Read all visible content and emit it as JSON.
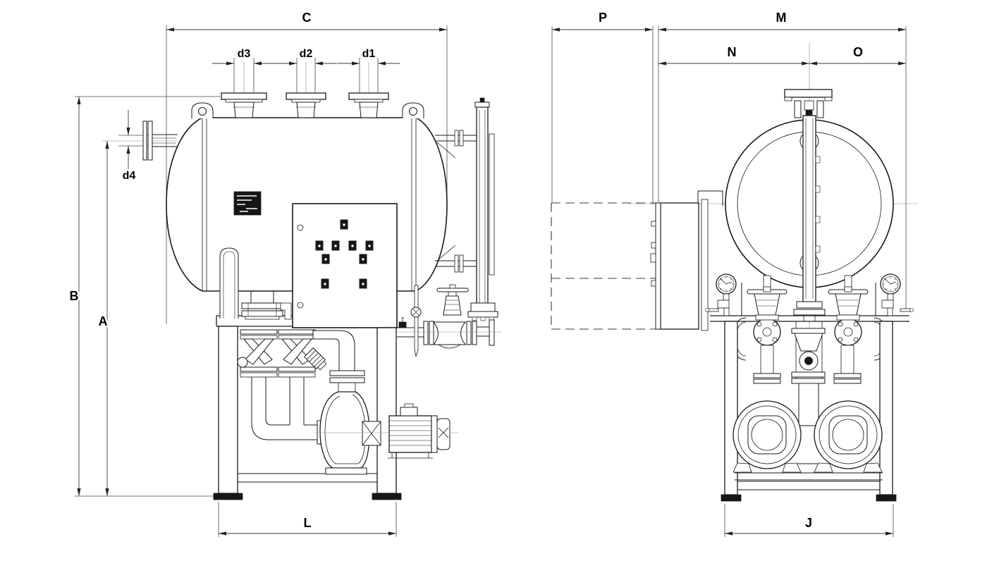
{
  "dimension_labels": {
    "C": "C",
    "d3": "d3",
    "d2": "d2",
    "d1": "d1",
    "d4": "d4",
    "B": "B",
    "A": "A",
    "L": "L",
    "P": "P",
    "M": "M",
    "N": "N",
    "O": "O",
    "J": "J"
  },
  "colors": {
    "background": "#ffffff",
    "object_line": "#1a1a1a",
    "dimension_line": "#3a3a3a",
    "label_text": "#000000",
    "solid_fill": "#161616"
  }
}
